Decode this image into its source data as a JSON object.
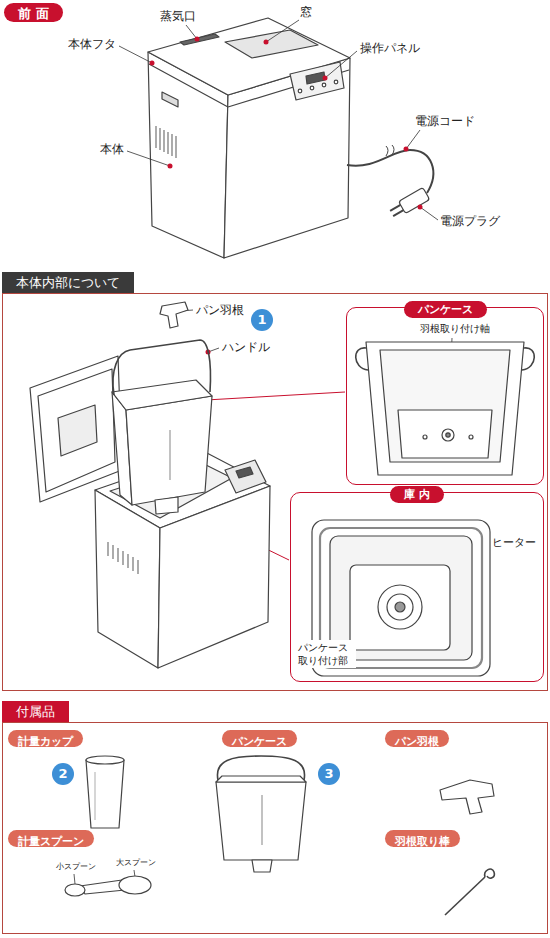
{
  "diagram": {
    "nodes": [
      {
        "text": [
          "前 面"
        ]
      },
      {
        "text": [
          "本体内部について"
        ]
      },
      {
        "text": [
          "1"
        ],
        "in": 1
      },
      {
        "text": [
          "パンケース"
        ],
        "in": 1
      },
      {
        "text": [
          "庫 内"
        ],
        "in": 1
      },
      {
        "text": [
          "付属品"
        ]
      },
      {
        "text": [
          "計量カップ"
        ],
        "in": 5
      },
      {
        "text": [
          "2"
        ],
        "in": 5
      },
      {
        "text": [
          "パンケース"
        ],
        "in": 5
      },
      {
        "text": [
          "3"
        ],
        "in": 5
      },
      {
        "text": [
          "パン羽根"
        ],
        "in": 5
      },
      {
        "text": [
          "計量スプーン"
        ],
        "in": 5
      },
      {
        "text": [
          "羽根取り棒"
        ],
        "in": 5
      }
    ],
    "labels": [
      "蒸気口",
      "窓",
      "本体フタ",
      "操作パネル",
      "本体",
      "電源コード",
      "電源プラグ",
      "パン羽根",
      "ハンドル",
      "羽根取り付け軸",
      "ヒーター",
      "パンケース 取り付け部",
      "小スプーン",
      "大スプーン"
    ]
  }
}
